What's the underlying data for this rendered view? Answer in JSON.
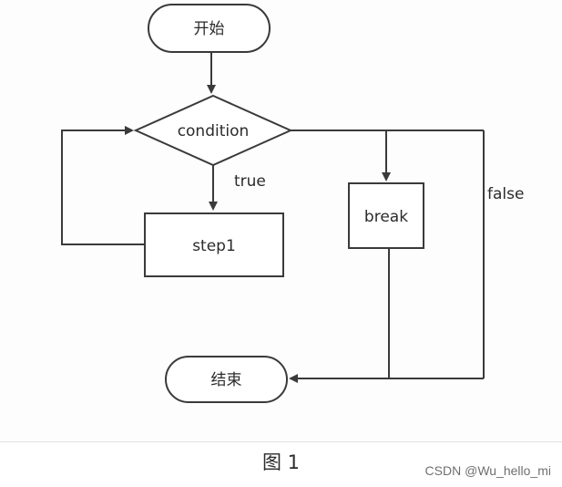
{
  "diagram": {
    "nodes": {
      "start": "开始",
      "condition": "condition",
      "step": "step1",
      "break": "break",
      "end": "结束"
    },
    "edge_labels": {
      "true": "true",
      "false": "false"
    },
    "colors": {
      "stroke": "#3a3a3a",
      "fill": "#ffffff",
      "text": "#2b2b2b"
    }
  },
  "caption": "图 1",
  "watermark": "CSDN @Wu_hello_mi"
}
